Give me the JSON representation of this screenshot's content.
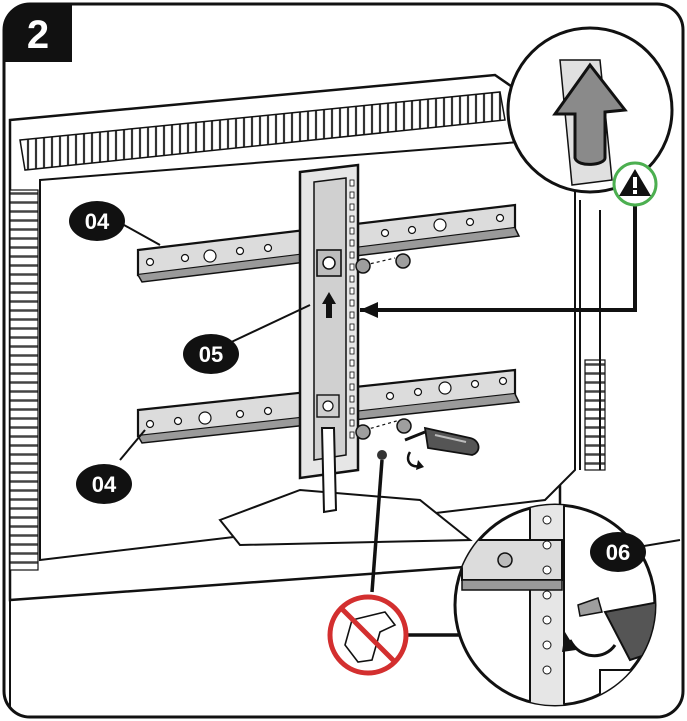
{
  "step": {
    "number": "2"
  },
  "callouts": {
    "top_bracket": "04",
    "bottom_bracket": "04",
    "vertical_plate": "05",
    "screw_detail": "06"
  },
  "icons": {
    "warning": "warning-triangle-icon",
    "no_drill": "no-drill-icon",
    "up_arrow": "up-arrow-icon"
  },
  "colors": {
    "warning_ring": "#4caf50",
    "prohibition": "#d32f2f",
    "line": "#1a1a1a",
    "metal": "#dcdcdc"
  }
}
